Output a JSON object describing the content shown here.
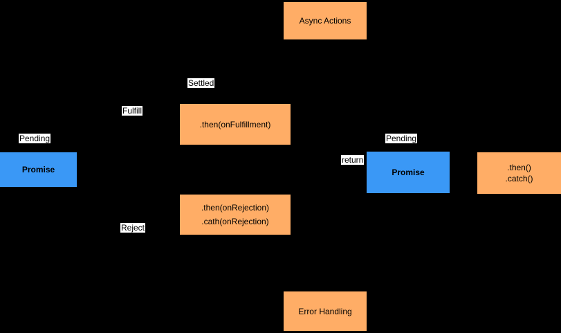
{
  "colors": {
    "canvas_bg": "#000000",
    "orange_fill": "#FFAD66",
    "blue_fill": "#3A98F6",
    "label_bg": "#FFFFFF",
    "text_color": "#000000"
  },
  "nodes": {
    "async_actions": {
      "label": "Async Actions"
    },
    "then_fulfillment": {
      "label": ".then(onFulfillment)"
    },
    "then_rejection": {
      "line1": ".then(onRejection)",
      "line2": ".cath(onRejection)"
    },
    "promise_left": {
      "label": "Promise"
    },
    "promise_right": {
      "label": "Promise"
    },
    "then_catch": {
      "line1": ".then()",
      "line2": ".catch()"
    },
    "error_handling": {
      "label": "Error Handling"
    }
  },
  "edge_labels": {
    "pending_left": "Pending",
    "fulfill": "Fulfill",
    "settled": "Settled",
    "reject": "Reject",
    "return": "return",
    "pending_right": "Pending"
  }
}
